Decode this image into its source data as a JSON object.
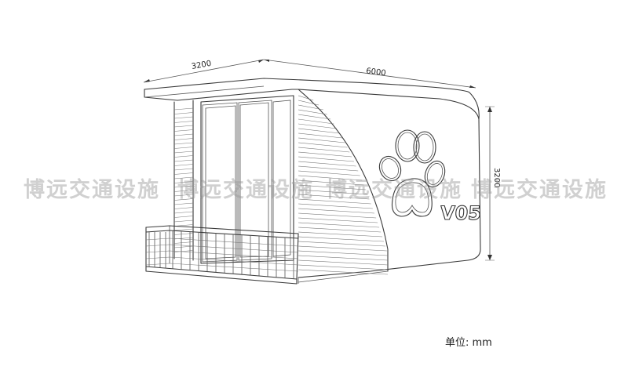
{
  "dimensions": {
    "width_label": "3200",
    "length_label": "6000",
    "height_label": "3200"
  },
  "model_label": "V05",
  "unit_label": "单位:  mm",
  "watermark": "博远交通设施",
  "colors": {
    "line": "#3a3a3a",
    "watermark": "#969696",
    "background": "#ffffff"
  }
}
